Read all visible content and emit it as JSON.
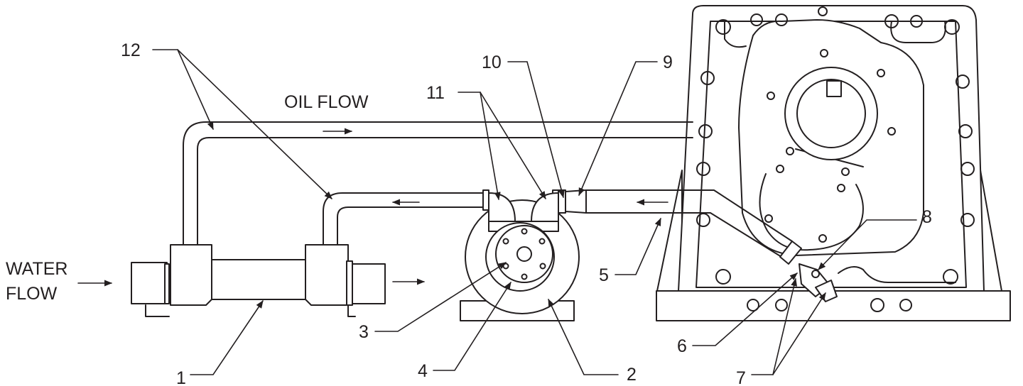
{
  "labels": {
    "oil_flow": "OIL FLOW",
    "water_flow_line1": "WATER",
    "water_flow_line2": "FLOW",
    "c1": "1",
    "c2": "2",
    "c3": "3",
    "c4": "4",
    "c5": "5",
    "c6": "6",
    "c7": "7",
    "c8": "8",
    "c9": "9",
    "c10": "10",
    "c11": "11",
    "c12": "12"
  }
}
